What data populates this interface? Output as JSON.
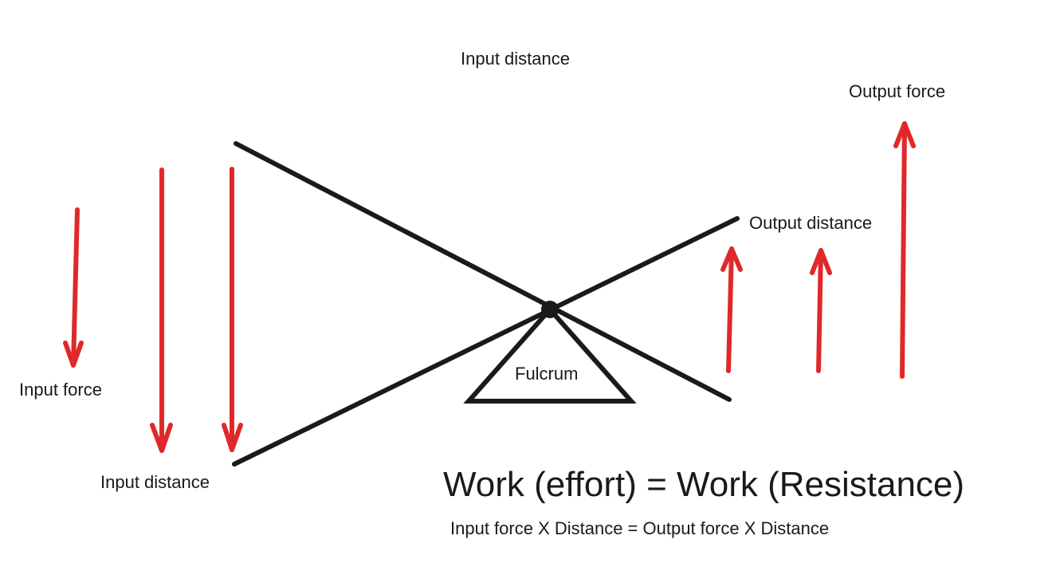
{
  "labels": {
    "input_distance_top": "Input distance",
    "output_force": "Output force",
    "output_distance": "Output distance",
    "input_force": "Input force",
    "fulcrum": "Fulcrum",
    "input_distance_bottom": "Input distance",
    "equation_main": "Work (effort) = Work (Resistance)",
    "equation_sub": "Input force X Distance = Output force X Distance"
  },
  "colors": {
    "arrow": "#e0282a",
    "lever": "#1a1a1a",
    "background": "#ffffff"
  }
}
